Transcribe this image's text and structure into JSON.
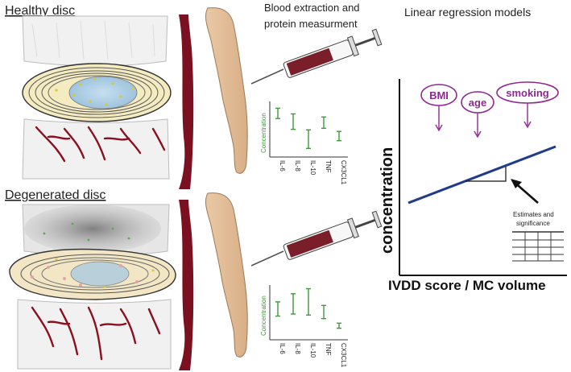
{
  "panels": {
    "healthy": {
      "title": "Healthy disc"
    },
    "degenerated": {
      "title": "Degenerated disc"
    }
  },
  "blood": {
    "title_line1": "Blood extraction and",
    "title_line2": "protein measurment"
  },
  "mini_chart": {
    "ylabel": "Concentration",
    "markers": [
      "IL-6",
      "IL-8",
      "IL-10",
      "TNF",
      "CX3CL1"
    ]
  },
  "regression": {
    "title": "Linear regression models",
    "ylabel": "concentration",
    "xlabel": "IVDD score / MC volume",
    "covariates": [
      "BMI",
      "age",
      "smoking"
    ],
    "estimates_line1": "Estimates and",
    "estimates_line2": "significance"
  },
  "colors": {
    "accent_purple": "#8d2a92",
    "assay_green": "#3f9a3a",
    "vessel_red": "#8a1020",
    "regression_blue": "#1f3c8c",
    "syringe_fill": "#7a1f2a"
  },
  "chart_data": [
    {
      "type": "scatter",
      "chart": "healthy-disc-assay",
      "categories": [
        "IL-6",
        "IL-8",
        "IL-10",
        "TNF",
        "CX3CL1"
      ],
      "mid": [
        0.8,
        0.64,
        0.3,
        0.62,
        0.36
      ],
      "err": [
        0.1,
        0.15,
        0.18,
        0.11,
        0.09
      ],
      "ylim": [
        0,
        1
      ]
    },
    {
      "type": "scatter",
      "chart": "degenerated-disc-assay",
      "categories": [
        "IL-6",
        "IL-8",
        "IL-10",
        "TNF",
        "CX3CL1"
      ],
      "mid": [
        0.56,
        0.66,
        0.7,
        0.5,
        0.23
      ],
      "err": [
        0.14,
        0.2,
        0.26,
        0.13,
        0.05
      ],
      "ylim": [
        0,
        1
      ]
    }
  ]
}
